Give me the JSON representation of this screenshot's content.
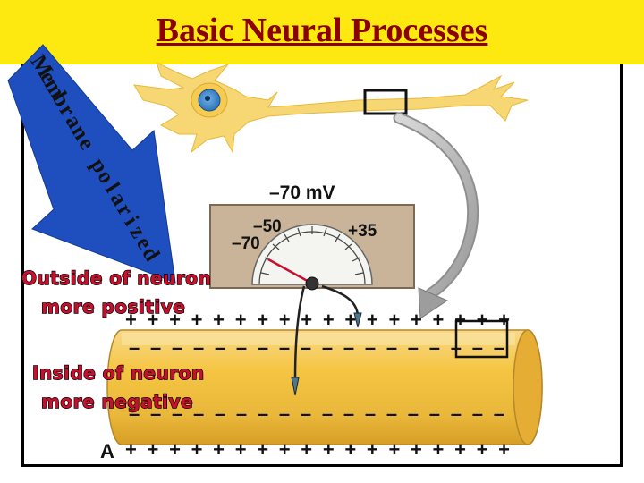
{
  "slide": {
    "title": "Basic Neural Processes"
  },
  "arrow": {
    "label": "Membrane polarized",
    "letters": [
      "M",
      "e",
      "m",
      "b",
      "r",
      "a",
      "n",
      "e",
      " ",
      "p",
      "o",
      "l",
      "a",
      "r",
      "i",
      "z",
      "e",
      "d"
    ]
  },
  "meter": {
    "reading": "–70 mV",
    "dial_left": "–70",
    "dial_mid": "–50",
    "dial_right": "+35"
  },
  "labels": {
    "outside_line1": "Outside of neuron",
    "outside_line2": "more positive",
    "inside_line1": "Inside of neuron",
    "inside_line2": "more negative",
    "panel_letter": "A"
  },
  "charges": {
    "outer_top": "+ + + + + + + + + + + + + + + + + +",
    "inner_top": "– – – – – – – – – – – – – – – – – –",
    "inner_bottom": "– – – – – – – – – – – – – – – – – –",
    "outer_bottom": "+ + + + + + + + + + + + + + + + + +"
  },
  "colors": {
    "banner": "#fde910",
    "title": "#8b0000",
    "arrow": "#1f4fbf",
    "axon": "#f5c542",
    "label_red": "#c8102e",
    "meter_panel": "#c9b49a"
  }
}
